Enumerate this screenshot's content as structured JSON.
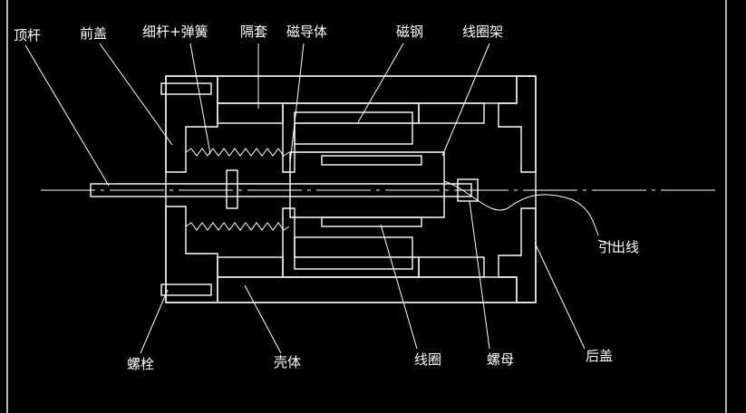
{
  "diagram": {
    "labels": {
      "top_rod": "顶杆",
      "front_cover": "前盖",
      "thin_rod_spring": "细杆+弹簧",
      "spacer_sleeve": "隔套",
      "magnetic_conductor": "磁导体",
      "magnet_steel": "磁钢",
      "coil_frame": "线圈架",
      "lead_wire": "引出线",
      "bolt": "螺栓",
      "housing": "壳体",
      "coil": "线圈",
      "nut": "螺母",
      "rear_cover": "后盖"
    },
    "colors": {
      "background": "#000000",
      "line": "#ffffff"
    }
  }
}
